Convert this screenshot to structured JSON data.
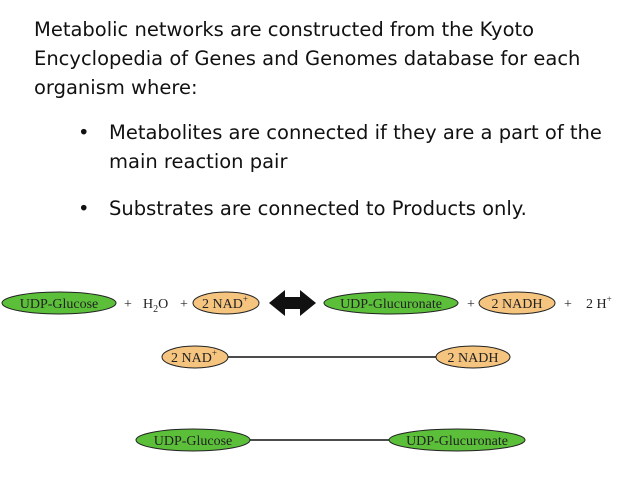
{
  "intro_text": "Metabolic networks are constructed from the Kyoto Encyclopedia of Genes and Genomes database for each organism where:",
  "bullets": [
    {
      "text": "Metabolites are connected if they are a part of the main reaction pair"
    },
    {
      "text": "Substrates are connected to Products only."
    }
  ],
  "reaction": {
    "udp_glucose": "UDP-Glucose",
    "plus1": "+",
    "h2o_main": "H",
    "h2o_sub": "2",
    "h2o_tail": "O",
    "plus2": "+",
    "nad_main": "2 NAD",
    "nad_sup": "+",
    "udp_glucuronate": "UDP-Glucuronate",
    "plus3": "+",
    "nadh": "2 NADH",
    "plus4": "+",
    "h_main": "2 H",
    "h_sup": "+"
  },
  "pair1": {
    "left_main": "2 NAD",
    "left_sup": "+",
    "right": "2 NADH"
  },
  "pair2": {
    "left": "UDP-Glucose",
    "right": "UDP-Glucuronate"
  },
  "colors": {
    "green": "#5bbf3a",
    "orange": "#f5c580",
    "stroke": "#222222"
  }
}
